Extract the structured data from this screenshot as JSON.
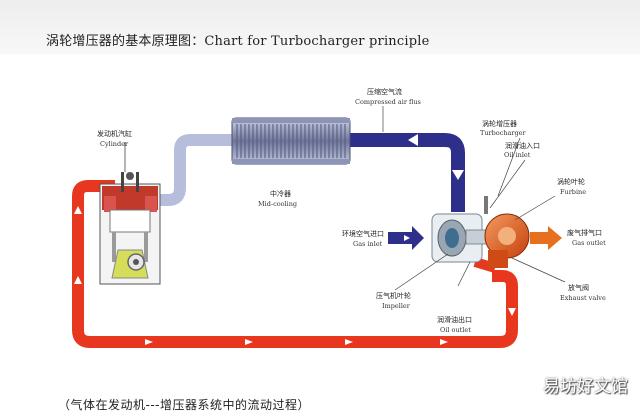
{
  "header": {
    "title": "涡轮增压器的基本原理图：Chart for Turbocharger principle"
  },
  "labels": {
    "cylinder_cn": "发动机汽缸",
    "cylinder_en": "Cylinder",
    "compressed_cn": "压缩空气流",
    "compressed_en": "Compressed air flus",
    "turbocharger_cn": "涡轮增压器",
    "turbocharger_en": "Turbocharger",
    "oil_inlet_cn": "润滑油入口",
    "oil_inlet_en": "Oil inlet",
    "turbine_cn": "涡轮叶轮",
    "turbine_en": "Furbine",
    "midcooling_cn": "中冷器",
    "midcooling_en": "Mid-cooling",
    "gas_inlet_cn": "环境空气进口",
    "gas_inlet_en": "Gas inlet",
    "gas_outlet_cn": "废气排气口",
    "gas_outlet_en": "Gas outlet",
    "exhaust_valve_cn": "放气阀",
    "exhaust_valve_en": "Exhaust valve",
    "impeller_cn": "压气机叶轮",
    "impeller_en": "Impeller",
    "oil_outlet_cn": "润滑油出口",
    "oil_outlet_en": "Oil outlet"
  },
  "caption": "（气体在发动机---增压器系统中的流动过程）",
  "watermark": "易坊好文馆",
  "colors": {
    "exhaust_pipe": "#e8371f",
    "compressed_pipe": "#2e2f8a",
    "intake_pipe": "#b7bedb",
    "turbo_orange": "#e05a1c"
  }
}
